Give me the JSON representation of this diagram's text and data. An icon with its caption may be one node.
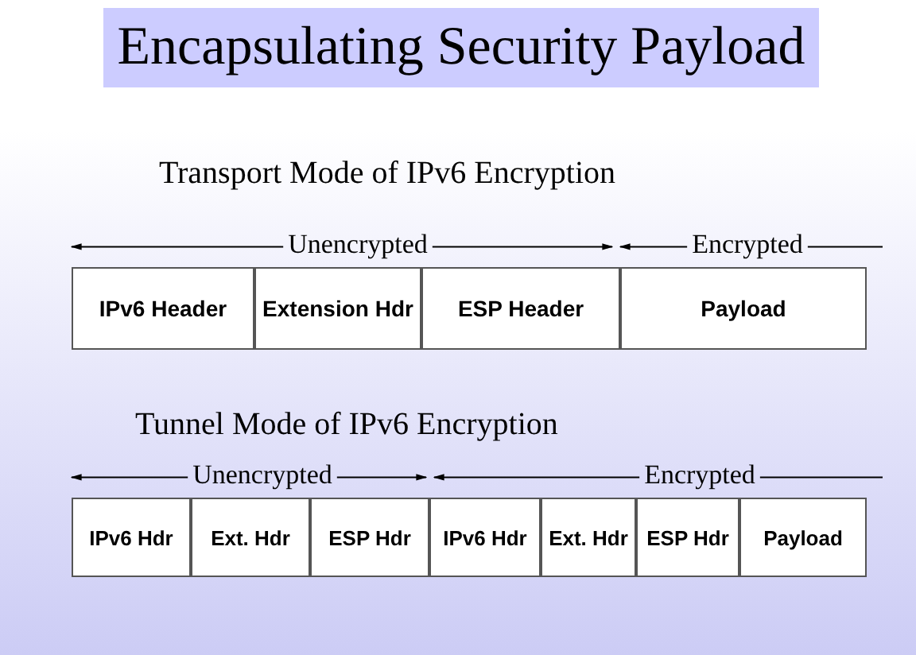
{
  "diagram": {
    "title": "Encapsulating Security Payload",
    "nodes": [
      {
        "text": [
          "IPv6 Header"
        ]
      },
      {
        "text": [
          "Extension Hdr"
        ]
      },
      {
        "text": [
          "ESP Header"
        ]
      },
      {
        "text": [
          "Payload"
        ]
      },
      {
        "text": [
          "IPv6 Hdr"
        ]
      },
      {
        "text": [
          "Ext. Hdr"
        ]
      },
      {
        "text": [
          "ESP Hdr"
        ]
      },
      {
        "text": [
          "IPv6 Hdr"
        ]
      },
      {
        "text": [
          "Ext. Hdr"
        ]
      },
      {
        "text": [
          "ESP Hdr"
        ]
      },
      {
        "text": [
          "Payload"
        ]
      }
    ],
    "labels": [
      "Transport Mode of IPv6 Encryption",
      "Unencrypted",
      "Encrypted",
      "Tunnel Mode of IPv6 Encryption",
      "Unencrypted",
      "Encrypted"
    ]
  }
}
